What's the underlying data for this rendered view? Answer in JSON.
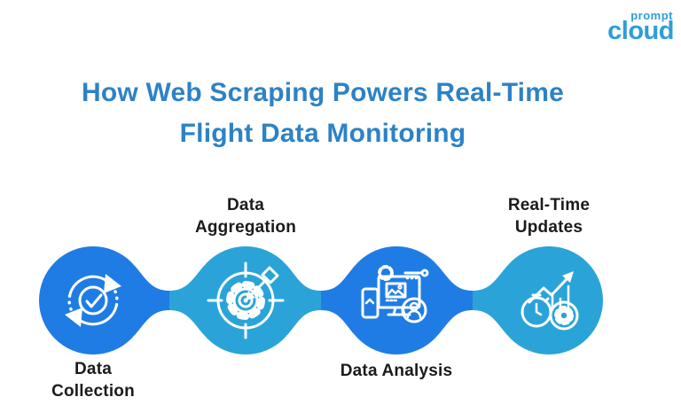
{
  "logo": {
    "top": "prompt",
    "bottom": "cloud",
    "color": "#2d9ed8"
  },
  "title": "How Web Scraping Powers Real-Time\nFlight Data Monitoring",
  "colors": {
    "title_blue": "#2d82c6",
    "label_dark": "#1b1b1b",
    "step_blue": "#1f7ce4",
    "step_cyan": "#2aa4d8",
    "icon_stroke": "#ffffff",
    "background": "#ffffff"
  },
  "steps": [
    {
      "label": "Data\nCollection",
      "label_position": "below",
      "icon": "sync-check-icon",
      "color": "#1f7ce4"
    },
    {
      "label": "Data\nAggregation",
      "label_position": "above",
      "icon": "target-gear-dart-icon",
      "color": "#2aa4d8"
    },
    {
      "label": "Data Analysis",
      "label_position": "below",
      "icon": "devices-analysis-icon",
      "color": "#1f7ce4"
    },
    {
      "label": "Real-Time\nUpdates",
      "label_position": "above",
      "icon": "stopwatch-gear-growth-icon",
      "color": "#2aa4d8"
    }
  ]
}
